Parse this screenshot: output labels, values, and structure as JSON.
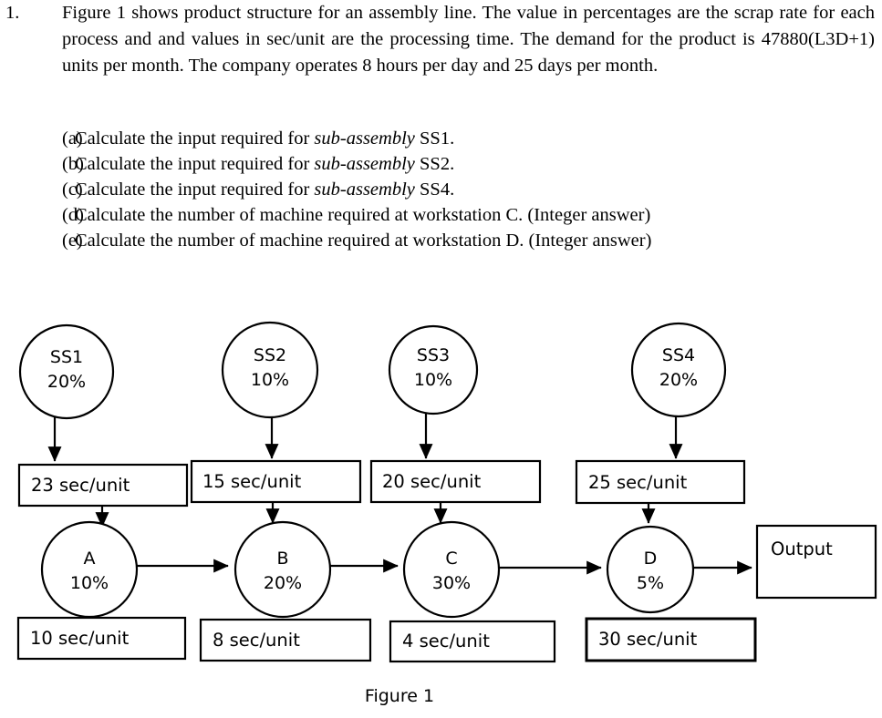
{
  "question": {
    "number": "1.",
    "paragraph": "Figure 1 shows product structure for an assembly line. The value in percentages are the scrap rate for each process and and values in sec/unit are the processing time. The demand for the product is 47880(L3D+1) units per month. The company operates 8 hours per day and 25 days per month.",
    "sub_questions": [
      {
        "label": "(a)",
        "pre": "Calculate the input required for ",
        "em": "sub-assembly",
        "post": " SS1."
      },
      {
        "label": "(b)",
        "pre": "Calculate the input required for ",
        "em": "sub-assembly",
        "post": " SS2."
      },
      {
        "label": "(c)",
        "pre": "Calculate the input required for ",
        "em": "sub-assembly",
        "post": " SS4."
      },
      {
        "label": "(d)",
        "pre": "Calculate the number of machine required at workstation C. (Integer answer)",
        "em": "",
        "post": ""
      },
      {
        "label": "(e)",
        "pre": "Calculate the number of machine required at workstation D. (Integer answer)",
        "em": "",
        "post": ""
      }
    ]
  },
  "diagram": {
    "caption": "Figure 1",
    "subassemblies": [
      {
        "id": "SS1",
        "name": "SS1",
        "scrap": "20%"
      },
      {
        "id": "SS2",
        "name": "SS2",
        "scrap": "10%"
      },
      {
        "id": "SS3",
        "name": "SS3",
        "scrap": "10%"
      },
      {
        "id": "SS4",
        "name": "SS4",
        "scrap": "20%"
      }
    ],
    "subassembly_times": [
      {
        "for": "SS1",
        "text": "23 sec/unit"
      },
      {
        "for": "SS2",
        "text": "15 sec/unit"
      },
      {
        "for": "SS3",
        "text": "20 sec/unit"
      },
      {
        "for": "SS4",
        "text": "25 sec/unit"
      }
    ],
    "workstations": [
      {
        "id": "A",
        "name": "A",
        "scrap": "10%"
      },
      {
        "id": "B",
        "name": "B",
        "scrap": "20%"
      },
      {
        "id": "C",
        "name": "C",
        "scrap": "30%"
      },
      {
        "id": "D",
        "name": "D",
        "scrap": "5%"
      }
    ],
    "workstation_times": [
      {
        "for": "A",
        "text": "10 sec/unit"
      },
      {
        "for": "B",
        "text": "8 sec/unit"
      },
      {
        "for": "C",
        "text": "4 sec/unit"
      },
      {
        "for": "D",
        "text": "30 sec/unit"
      }
    ],
    "output_box": {
      "label": "Output"
    },
    "colors": {
      "stroke": "#000000",
      "fill": "#ffffff",
      "text": "#000000"
    }
  }
}
